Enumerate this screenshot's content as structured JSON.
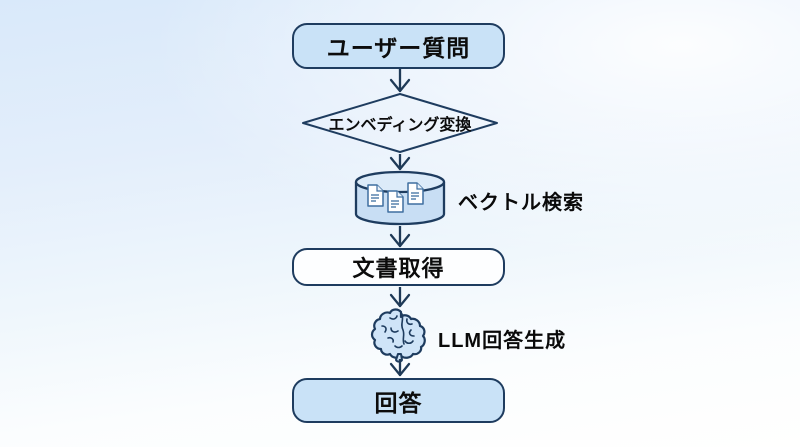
{
  "palette": {
    "background_top": "#d9e9fa",
    "background_bottom": "#fffffe",
    "node_fill_blue": "#c9e2f7",
    "node_fill_white": "#fdfeff",
    "outline": "#1e3c5f",
    "arrow": "#1f3a57",
    "text": "#0c0c0c",
    "cylinder_body": "#c8def4",
    "cylinder_top": "#dcebf9",
    "document_line": "#3f6fa0",
    "brain_fill": "#cfe4f8"
  },
  "flowchart": {
    "nodes": [
      {
        "id": "user-question",
        "type": "rounded-rect",
        "label": "ユーザー質問"
      },
      {
        "id": "embedding",
        "type": "diamond",
        "label": "エンベディング変換"
      },
      {
        "id": "vector-search",
        "type": "icon-label",
        "icon": "database-icon",
        "label": "ベクトル検索"
      },
      {
        "id": "doc-retrieval",
        "type": "rounded-rect",
        "label": "文書取得"
      },
      {
        "id": "llm-generation",
        "type": "icon-label",
        "icon": "brain-icon",
        "label": "LLM回答生成"
      },
      {
        "id": "answer",
        "type": "rounded-rect",
        "label": "回答"
      }
    ],
    "edges": [
      {
        "from": "user-question",
        "to": "embedding"
      },
      {
        "from": "embedding",
        "to": "vector-search"
      },
      {
        "from": "vector-search",
        "to": "doc-retrieval"
      },
      {
        "from": "doc-retrieval",
        "to": "llm-generation"
      },
      {
        "from": "llm-generation",
        "to": "answer"
      }
    ]
  }
}
